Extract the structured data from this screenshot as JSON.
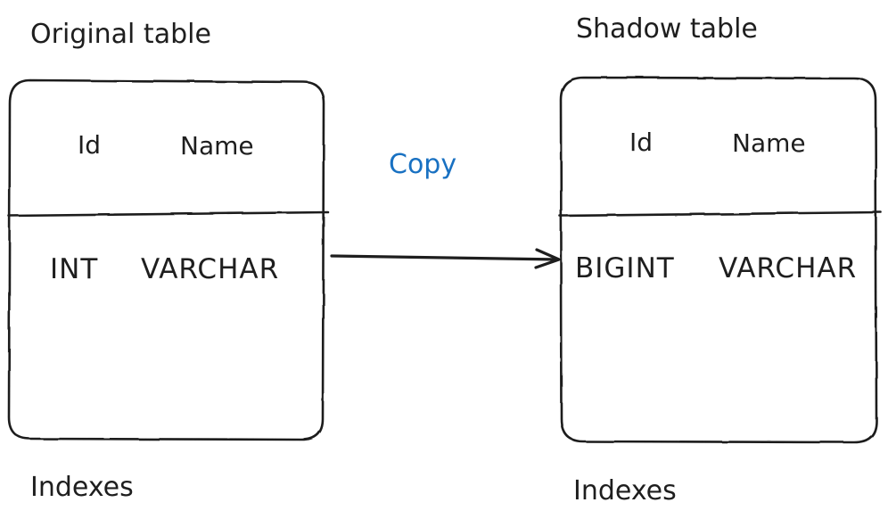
{
  "original": {
    "title": "Original table",
    "columns": [
      {
        "name": "Id",
        "type": "INT"
      },
      {
        "name": "Name",
        "type": "VARCHAR"
      }
    ],
    "footer": "Indexes"
  },
  "shadow": {
    "title": "Shadow table",
    "columns": [
      {
        "name": "Id",
        "type": "BIGINT"
      },
      {
        "name": "Name",
        "type": "VARCHAR"
      }
    ],
    "footer": "Indexes"
  },
  "arrow": {
    "label": "Copy"
  },
  "colors": {
    "stroke": "#1e1e1e",
    "label": "#1971c2",
    "background": "#ffffff"
  }
}
